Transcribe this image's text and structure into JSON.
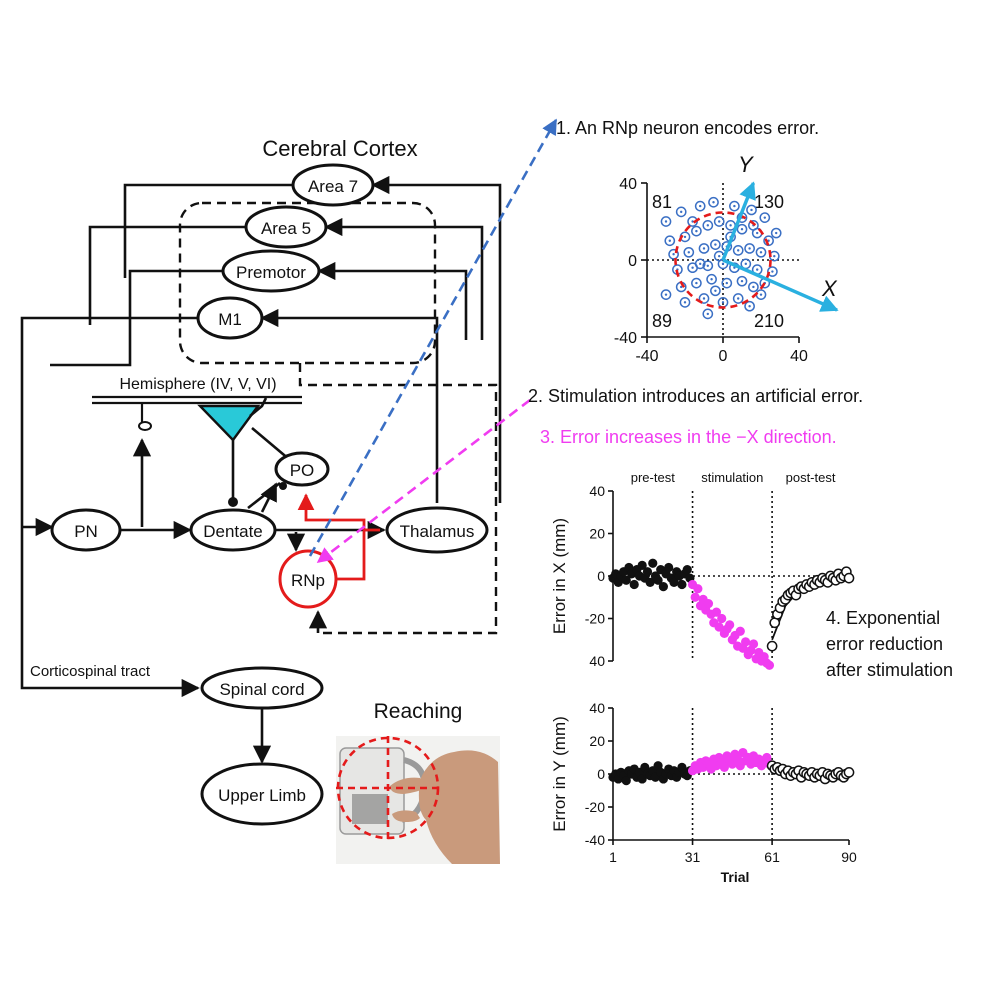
{
  "labels": {
    "cortex_title": "Cerebral Cortex",
    "area7": "Area 7",
    "area5": "Area 5",
    "premotor": "Premotor",
    "m1": "M1",
    "hemisphere": "Hemisphere (IV, V, VI)",
    "po": "PO",
    "pn": "PN",
    "dentate": "Dentate",
    "thalamus": "Thalamus",
    "rnp": "RNp",
    "corticospinal": "Corticospinal tract",
    "spinal": "Spinal cord",
    "upper_limb": "Upper Limb",
    "reaching": "Reaching",
    "step1": "1. An RNp neuron encodes error.",
    "step2": "2. Stimulation introduces an artificial error.",
    "step3": "3. Error increases in the −X direction.",
    "step4_l1": "4. Exponential",
    "step4_l2": "error reduction",
    "step4_l3": "after stimulation"
  },
  "colors": {
    "red": "#e41b1b",
    "blue": "#3a6fc4",
    "cyan": "#2ab0e0",
    "magenta": "#f03cf0",
    "triangle": "#29c9d8"
  },
  "icons": {
    "hand": "hand-grasping-mug-icon",
    "neuron": "purkinje-cell-icon"
  },
  "chart_data": [
    {
      "type": "scatter",
      "name": "rnp-error-scatter",
      "xlim": [
        -40,
        40
      ],
      "ylim": [
        -40,
        40
      ],
      "xticks": [
        "-40",
        "0",
        "40"
      ],
      "yticks": [
        "40",
        "0",
        "-40"
      ],
      "quadrant_counts": {
        "upper_left": "81",
        "upper_right": "130",
        "lower_left": "89",
        "lower_right": "210"
      },
      "circle_radius": 25,
      "axis_labels": {
        "x_vector": "X",
        "y_vector": "Y"
      },
      "vector_x_end": [
        60,
        -26
      ],
      "vector_y_end": [
        16,
        40
      ],
      "points": [
        [
          -30,
          20
        ],
        [
          -22,
          25
        ],
        [
          -12,
          28
        ],
        [
          -5,
          30
        ],
        [
          6,
          28
        ],
        [
          15,
          26
        ],
        [
          22,
          22
        ],
        [
          28,
          14
        ],
        [
          -28,
          10
        ],
        [
          -20,
          12
        ],
        [
          -14,
          15
        ],
        [
          -8,
          18
        ],
        [
          -2,
          20
        ],
        [
          4,
          18
        ],
        [
          10,
          16
        ],
        [
          18,
          14
        ],
        [
          24,
          10
        ],
        [
          -26,
          3
        ],
        [
          -18,
          4
        ],
        [
          -10,
          6
        ],
        [
          -4,
          8
        ],
        [
          2,
          7
        ],
        [
          8,
          5
        ],
        [
          14,
          6
        ],
        [
          20,
          4
        ],
        [
          27,
          2
        ],
        [
          -24,
          -5
        ],
        [
          -16,
          -4
        ],
        [
          -8,
          -3
        ],
        [
          0,
          -2
        ],
        [
          6,
          -4
        ],
        [
          12,
          -2
        ],
        [
          18,
          -5
        ],
        [
          26,
          -6
        ],
        [
          -22,
          -14
        ],
        [
          -14,
          -12
        ],
        [
          -6,
          -10
        ],
        [
          2,
          -12
        ],
        [
          10,
          -11
        ],
        [
          16,
          -14
        ],
        [
          22,
          -12
        ],
        [
          -20,
          -22
        ],
        [
          -10,
          -20
        ],
        [
          0,
          -22
        ],
        [
          8,
          -20
        ],
        [
          14,
          -24
        ],
        [
          -30,
          -18
        ],
        [
          -8,
          -28
        ],
        [
          -16,
          20
        ],
        [
          10,
          22
        ],
        [
          -4,
          -16
        ],
        [
          4,
          12
        ],
        [
          -12,
          -2
        ],
        [
          16,
          18
        ],
        [
          -2,
          2
        ],
        [
          20,
          -18
        ]
      ]
    },
    {
      "type": "scatter",
      "name": "error-in-x",
      "title": "",
      "ylabel": "Error in X (mm)",
      "ylim": [
        -40,
        40
      ],
      "yticks": [
        "40",
        "20",
        "0",
        "-20",
        "40"
      ],
      "xlim": [
        1,
        90
      ],
      "phases": [
        "pre-test",
        "stimulation",
        "post-test"
      ],
      "boundaries": [
        31,
        61
      ],
      "series": [
        {
          "name": "pre-test",
          "style": "filled-black",
          "x": [
            1,
            2,
            3,
            4,
            5,
            6,
            7,
            8,
            9,
            10,
            11,
            12,
            13,
            14,
            15,
            16,
            17,
            18,
            19,
            20,
            21,
            22,
            23,
            24,
            25,
            26,
            27,
            28,
            29,
            30
          ],
          "y": [
            -1,
            1,
            -3,
            0,
            2,
            -2,
            4,
            1,
            -4,
            3,
            0,
            5,
            -1,
            2,
            -3,
            6,
            0,
            -2,
            3,
            -5,
            1,
            4,
            -1,
            -3,
            2,
            0,
            -4,
            1,
            3,
            -1
          ]
        },
        {
          "name": "stimulation",
          "style": "magenta",
          "x": [
            31,
            32,
            33,
            34,
            35,
            36,
            37,
            38,
            39,
            40,
            41,
            42,
            43,
            44,
            45,
            46,
            47,
            48,
            49,
            50,
            51,
            52,
            53,
            54,
            55,
            56,
            57,
            58,
            59,
            60
          ],
          "y": [
            -4,
            -10,
            -6,
            -14,
            -11,
            -16,
            -13,
            -18,
            -22,
            -17,
            -24,
            -20,
            -27,
            -25,
            -23,
            -30,
            -28,
            -33,
            -26,
            -34,
            -31,
            -37,
            -35,
            -32,
            -39,
            -36,
            -40,
            -38,
            -41,
            -42
          ]
        },
        {
          "name": "post-test",
          "style": "open-circle",
          "x": [
            61,
            62,
            63,
            64,
            65,
            66,
            67,
            68,
            69,
            70,
            71,
            72,
            73,
            74,
            75,
            76,
            77,
            78,
            79,
            80,
            81,
            82,
            83,
            84,
            85,
            86,
            87,
            88,
            89,
            90
          ],
          "y": [
            -33,
            -22,
            -18,
            -15,
            -12,
            -11,
            -9,
            -8,
            -7,
            -9,
            -6,
            -5,
            -6,
            -4,
            -5,
            -3,
            -4,
            -2,
            -3,
            -1,
            -2,
            -3,
            0,
            -1,
            -2,
            1,
            -1,
            0,
            2,
            -1
          ]
        }
      ],
      "fit_curve": {
        "style": "exponential",
        "x": [
          61,
          66,
          71,
          76,
          81,
          86,
          90
        ],
        "y": [
          -30,
          -14,
          -7,
          -4,
          -2,
          -1,
          -1
        ]
      }
    },
    {
      "type": "scatter",
      "name": "error-in-y",
      "ylabel": "Error in Y (mm)",
      "xlabel": "Trial",
      "ylim": [
        -40,
        40
      ],
      "yticks": [
        "40",
        "20",
        "0",
        "-20",
        "-40"
      ],
      "xlim": [
        1,
        90
      ],
      "xticks": [
        "1",
        "31",
        "61",
        "90"
      ],
      "boundaries": [
        31,
        61
      ],
      "series": [
        {
          "name": "pre-test",
          "style": "filled-black",
          "x": [
            1,
            2,
            3,
            4,
            5,
            6,
            7,
            8,
            9,
            10,
            11,
            12,
            13,
            14,
            15,
            16,
            17,
            18,
            19,
            20,
            21,
            22,
            23,
            24,
            25,
            26,
            27,
            28,
            29,
            30
          ],
          "y": [
            -2,
            0,
            -3,
            1,
            -1,
            -4,
            2,
            0,
            3,
            -2,
            1,
            -3,
            4,
            0,
            -1,
            2,
            -2,
            5,
            1,
            -3,
            0,
            3,
            -1,
            2,
            -2,
            1,
            4,
            0,
            -1,
            2
          ]
        },
        {
          "name": "stimulation",
          "style": "magenta",
          "x": [
            31,
            32,
            33,
            34,
            35,
            36,
            37,
            38,
            39,
            40,
            41,
            42,
            43,
            44,
            45,
            46,
            47,
            48,
            49,
            50,
            51,
            52,
            53,
            54,
            55,
            56,
            57,
            58,
            59,
            60
          ],
          "y": [
            2,
            5,
            3,
            7,
            4,
            8,
            6,
            3,
            9,
            5,
            10,
            7,
            4,
            11,
            8,
            6,
            12,
            9,
            5,
            13,
            8,
            10,
            6,
            11,
            7,
            9,
            5,
            8,
            10,
            6
          ]
        },
        {
          "name": "post-test",
          "style": "open-circle",
          "x": [
            61,
            62,
            63,
            64,
            65,
            66,
            67,
            68,
            69,
            70,
            71,
            72,
            73,
            74,
            75,
            76,
            77,
            78,
            79,
            80,
            81,
            82,
            83,
            84,
            85,
            86,
            87,
            88,
            89,
            90
          ],
          "y": [
            5,
            3,
            4,
            2,
            3,
            0,
            2,
            -1,
            1,
            0,
            2,
            -2,
            1,
            0,
            -1,
            1,
            -2,
            0,
            -1,
            1,
            -3,
            0,
            -1,
            -2,
            0,
            1,
            -1,
            -2,
            0,
            1
          ]
        }
      ]
    }
  ]
}
